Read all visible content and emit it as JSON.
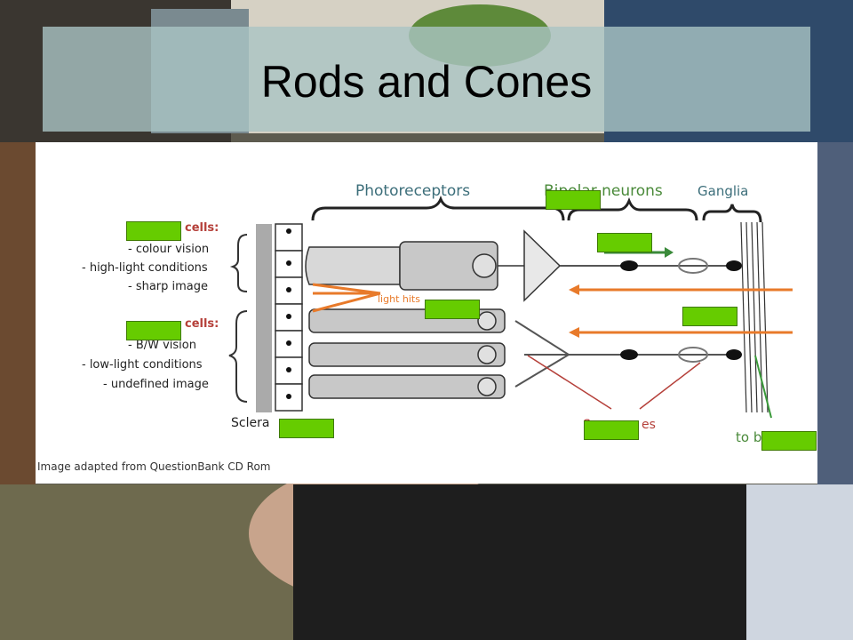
{
  "slide": {
    "title": "Rods and Cones",
    "credit": "Image adapted from QuestionBank CD Rom"
  },
  "diagram": {
    "headers": {
      "photoreceptors": "Photoreceptors",
      "bipolar": "Bipolar neurons",
      "ganglia": "Ganglia"
    },
    "cone_panel": {
      "heading": "cells:",
      "lines": [
        "- colour vision",
        "- high-light conditions",
        "- sharp image"
      ]
    },
    "rod_panel": {
      "heading": "cells:",
      "lines": [
        "- B/W vision",
        "- low-light conditions",
        "- undefined image"
      ]
    },
    "light_label": "light hits",
    "sclera": "Sclera",
    "synapses_fragment": "S",
    "synapses_fragment_end": "es",
    "to_brain": "to b"
  },
  "colors": {
    "orange": "#e87a2a",
    "green_label": "#4a8a3a",
    "teal_header": "#3c6e7a",
    "cover_box": "#66cc00",
    "synapse_lines": "#b5403a"
  }
}
